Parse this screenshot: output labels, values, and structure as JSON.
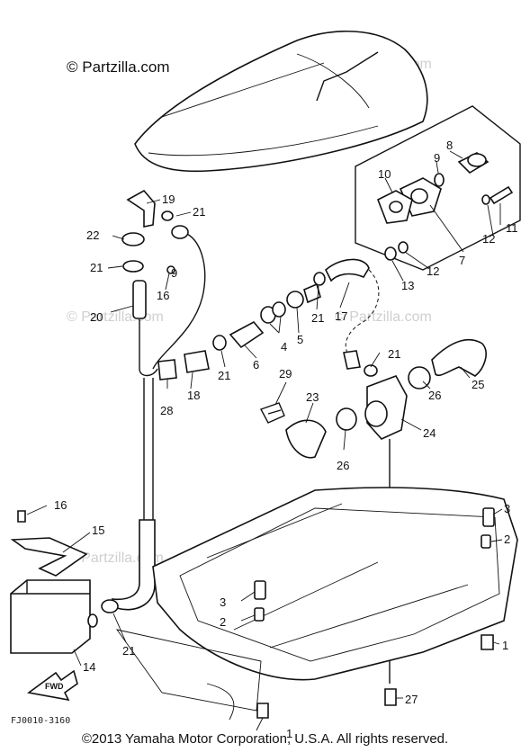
{
  "watermark": {
    "main": "© Partzilla.com",
    "faint": "© Partzilla.com"
  },
  "diagram_code": "FJ0010-3160",
  "fwd_label": "FWD",
  "footer": "©2013  Yamaha Motor Corporation, U.S.A. All rights reserved.",
  "callouts": {
    "c1a": "1",
    "c1b": "1",
    "c2a": "2",
    "c2b": "2",
    "c3a": "3",
    "c3b": "3",
    "c4": "4",
    "c5": "5",
    "c6": "6",
    "c7": "7",
    "c8": "8",
    "c9a": "9",
    "c9b": "9",
    "c10": "10",
    "c11": "11",
    "c12a": "12",
    "c12b": "12",
    "c13": "13",
    "c14": "14",
    "c15": "15",
    "c16a": "16",
    "c16b": "16",
    "c17": "17",
    "c18": "18",
    "c19": "19",
    "c20": "20",
    "c21a": "21",
    "c21b": "21",
    "c21c": "21",
    "c21d": "21",
    "c21e": "21",
    "c21f": "21",
    "c22": "22",
    "c23": "23",
    "c24": "24",
    "c25": "25",
    "c26a": "26",
    "c26b": "26",
    "c27": "27",
    "c28": "28",
    "c29": "29"
  }
}
